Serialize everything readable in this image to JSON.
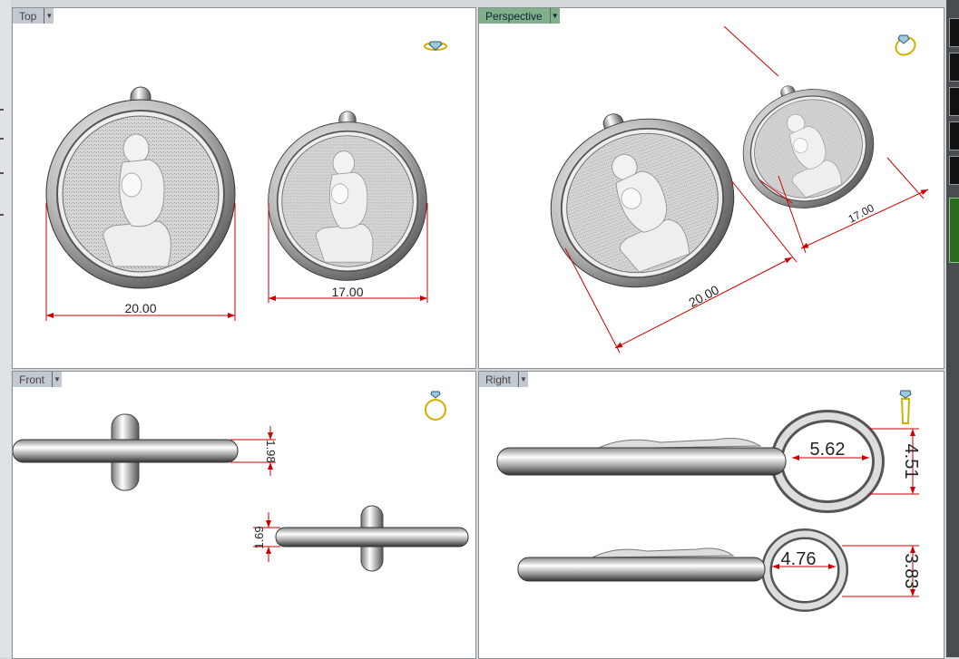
{
  "viewports": [
    {
      "name": "Top",
      "active": false,
      "dimensions": [
        "20.00",
        "17.00"
      ]
    },
    {
      "name": "Perspective",
      "active": true,
      "dimensions": [
        "20.00",
        "17.00"
      ]
    },
    {
      "name": "Front",
      "active": false,
      "dimensions": [
        "1.98",
        "1.69"
      ]
    },
    {
      "name": "Right",
      "active": false,
      "dimensions": [
        "5.62",
        "4.51",
        "4.76",
        "3.83"
      ]
    }
  ],
  "dropdown_icon": "triangle-down",
  "colors": {
    "active_tab": "#7fb08a",
    "tab": "#c2c9d0",
    "dimension_line": "#cc0000",
    "gizmo": "#d4b000"
  }
}
